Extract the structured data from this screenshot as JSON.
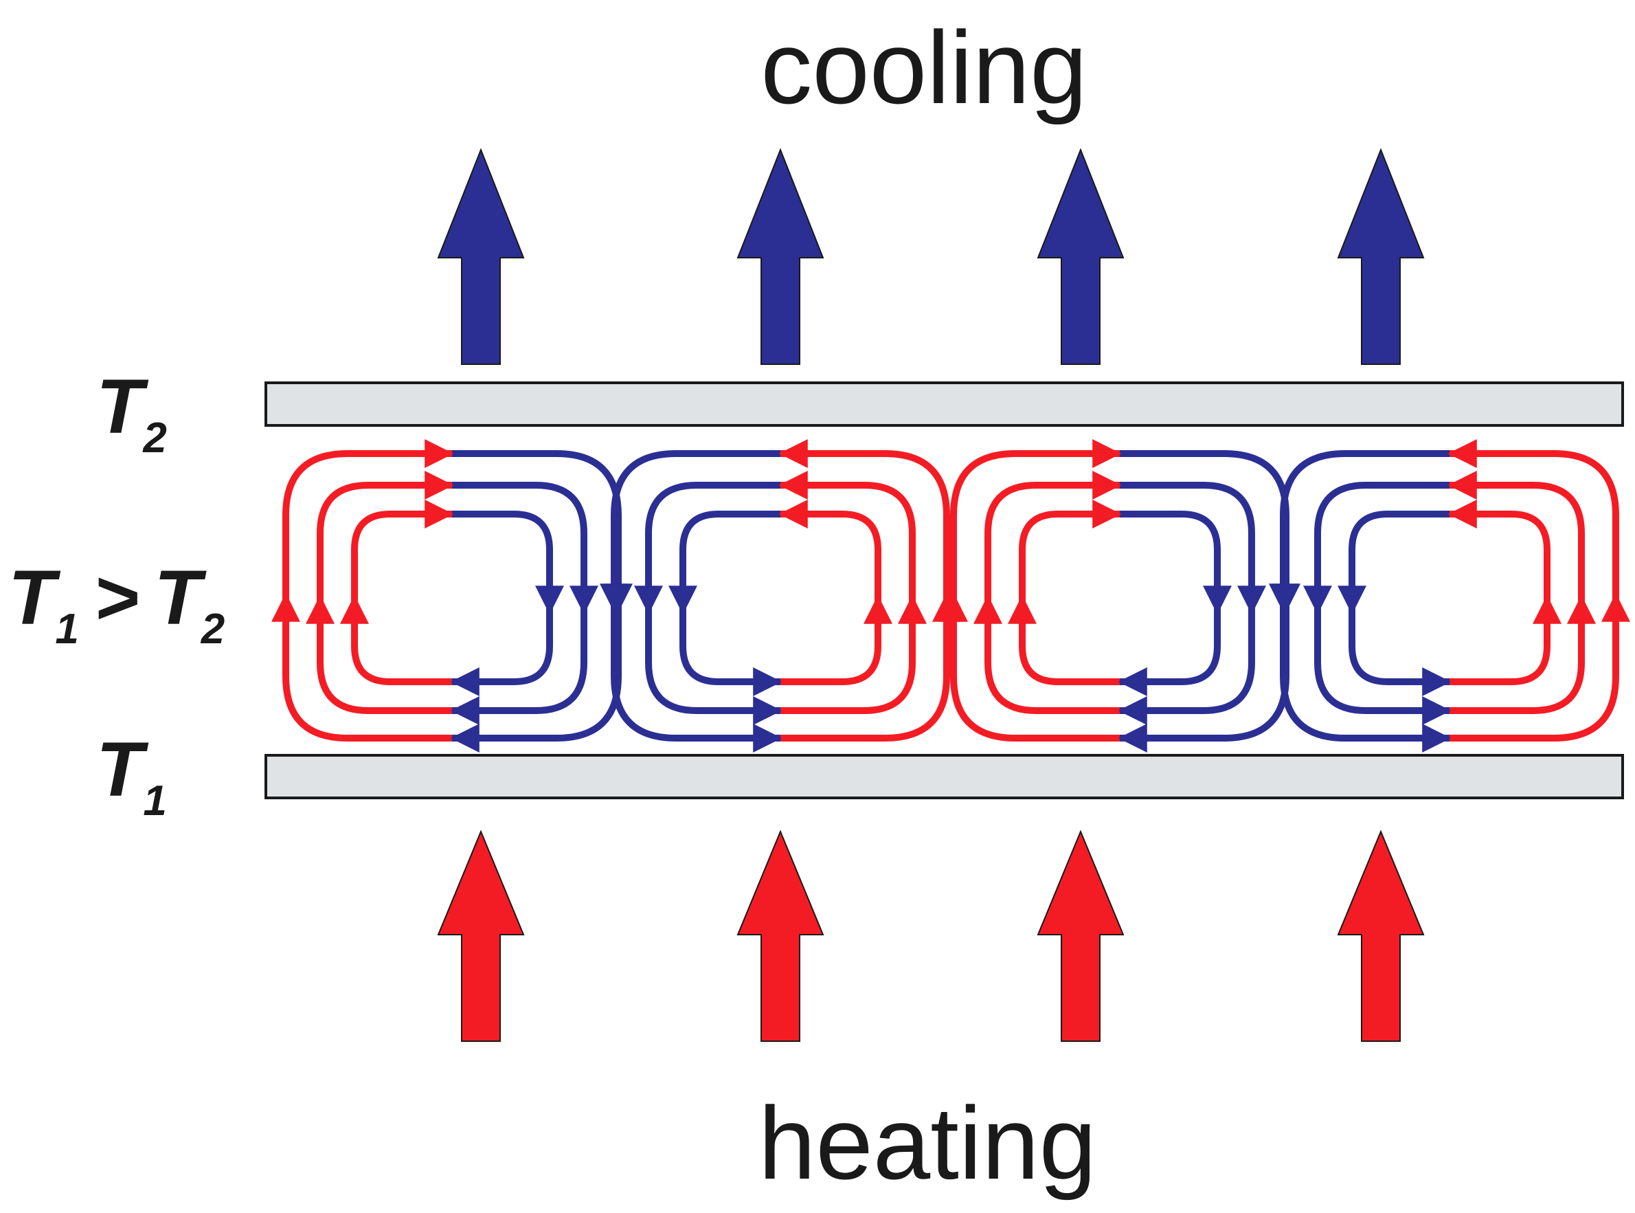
{
  "labels": {
    "top": "cooling",
    "bottom": "heating",
    "upper_plate": {
      "symbol": "T",
      "sub": "2"
    },
    "lower_plate": {
      "symbol": "T",
      "sub": "1"
    },
    "condition": {
      "left_symbol": "T",
      "left_sub": "1",
      "relation": ">",
      "right_symbol": "T",
      "right_sub": "2"
    }
  },
  "colors": {
    "cooling_arrow": "#2b2f93",
    "heating_arrow": "#f41c24",
    "cold_flow": "#2b2f93",
    "hot_flow": "#f41c24",
    "plate_fill": "#dfe3e5",
    "plate_stroke": "#1a1a1a",
    "text": "#1a1a1a"
  },
  "diagram": {
    "cooling_arrow_count": 4,
    "heating_arrow_count": 4,
    "convection_cell_count": 4,
    "cell_rotation": [
      "clockwise",
      "counterclockwise",
      "clockwise",
      "counterclockwise"
    ]
  }
}
